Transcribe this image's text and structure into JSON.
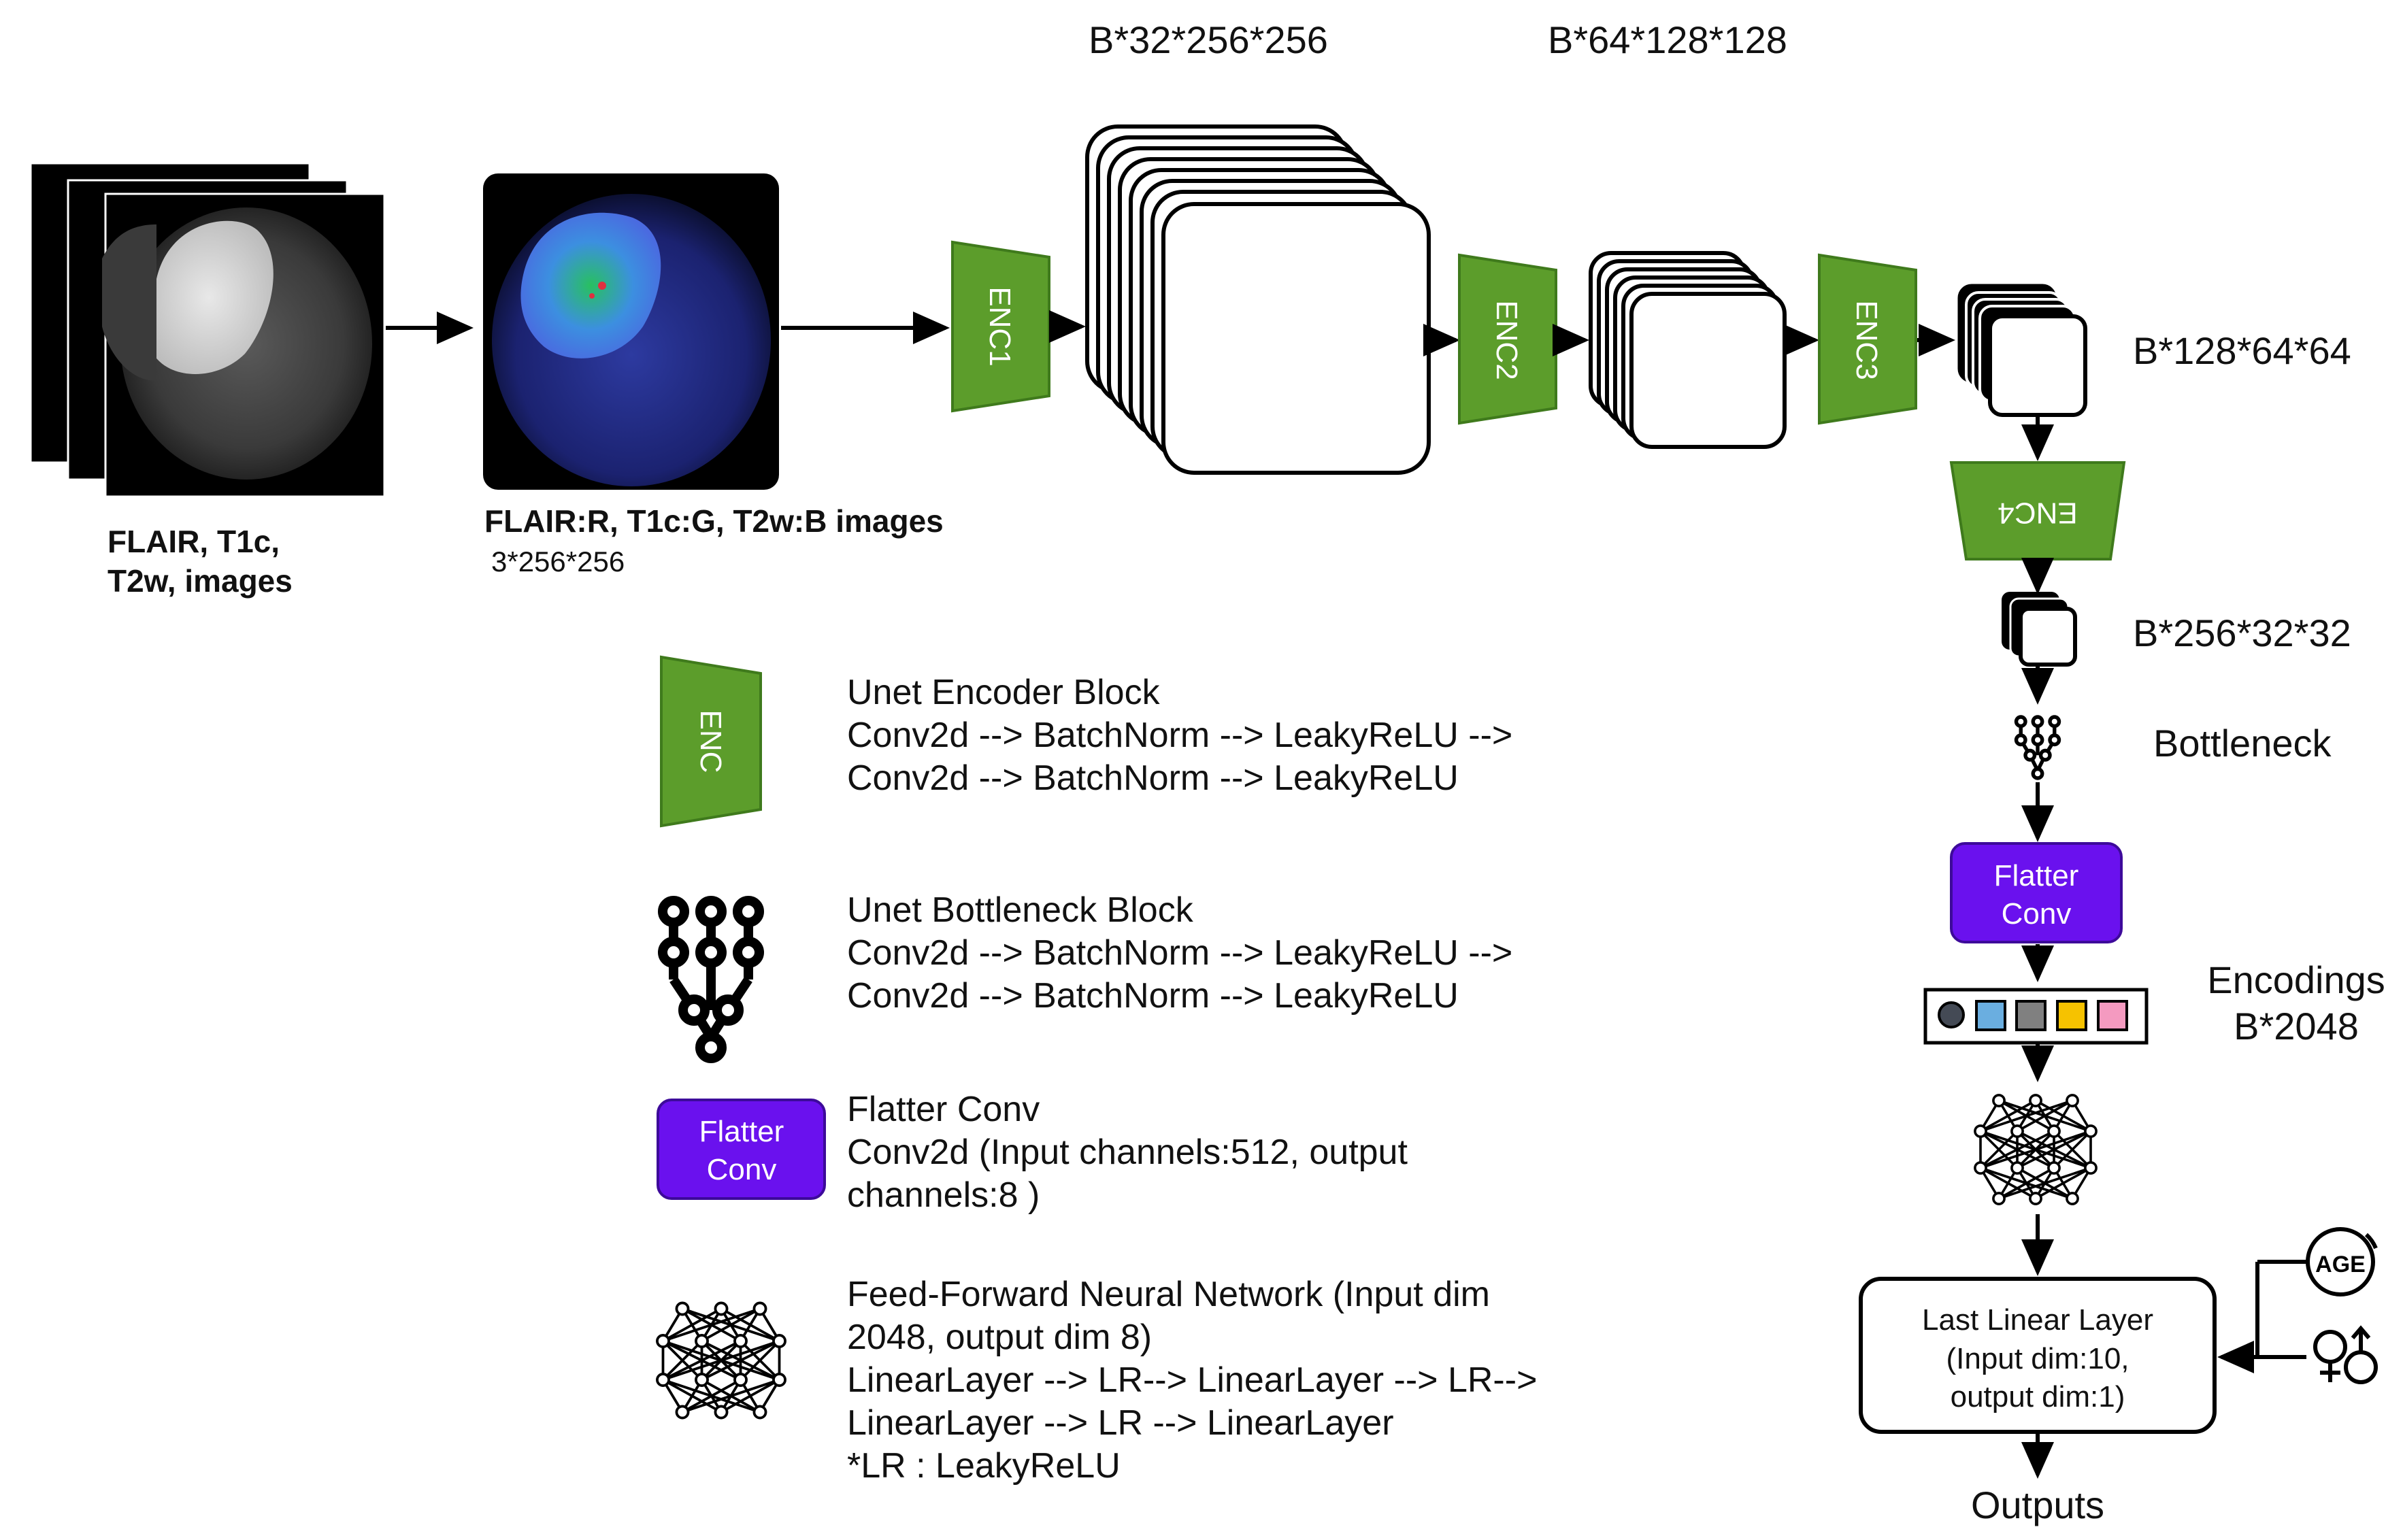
{
  "inputs": {
    "modalities_label": [
      "FLAIR, T1c,",
      "T2w, images"
    ],
    "composite_label": "FLAIR:R, T1c:G, T2w:B images",
    "composite_dims": "3*256*256"
  },
  "encoder": {
    "blocks": [
      "ENC1",
      "ENC2",
      "ENC3",
      "ENC4"
    ],
    "dims": [
      "B*32*256*256",
      "B*64*128*128",
      "B*128*64*64",
      "B*256*32*32"
    ]
  },
  "pipeline": {
    "bottleneck_label": "Bottleneck",
    "flatter_conv_lines": [
      "Flatter",
      "Conv"
    ],
    "encodings_lines": [
      "Encodings",
      "B*2048"
    ],
    "last_linear_lines": [
      "Last Linear Layer",
      "(Input dim:10,",
      "output dim:1)"
    ],
    "age_badge": "AGE",
    "outputs_label": "Outputs"
  },
  "legend": {
    "enc_block_icon_text": "ENC",
    "enc_block": [
      "Unet Encoder Block",
      "Conv2d --> BatchNorm --> LeakyReLU -->",
      "Conv2d --> BatchNorm --> LeakyReLU"
    ],
    "bottleneck_block": [
      "Unet Bottleneck Block",
      "Conv2d --> BatchNorm --> LeakyReLU -->",
      "Conv2d --> BatchNorm --> LeakyReLU"
    ],
    "flatter_icon_lines": [
      "Flatter",
      "Conv"
    ],
    "flatter_block": [
      "Flatter Conv",
      "Conv2d (Input channels:512, output",
      "channels:8 )"
    ],
    "ffn_block": [
      "Feed-Forward Neural Network (Input dim",
      "2048, output dim 8)",
      "LinearLayer --> LR--> LinearLayer --> LR-->",
      "LinearLayer --> LR --> LinearLayer",
      "*LR : LeakyReLU"
    ]
  },
  "colors": {
    "enc_green": "#5c9d2b",
    "enc_border": "#3f7a1c",
    "flatter_purple": "#6a11ee",
    "encoding_cells": [
      "#444a55",
      "#6aaee0",
      "#808080",
      "#f6c200",
      "#f49ac0"
    ]
  }
}
